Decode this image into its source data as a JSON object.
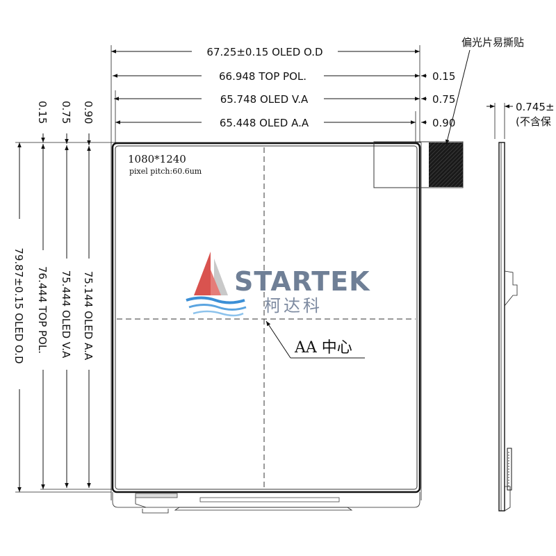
{
  "dimensions": {
    "od_width": "67.25±0.15 OLED O.D",
    "top_pol_width": "66.948 TOP POL.",
    "va_width": "65.748 OLED V.A",
    "aa_width": "65.448 OLED A.A",
    "od_height": "79.87±0.15 OLED O.D",
    "top_pol_height": "76.444 TOP POL.",
    "va_height": "75.444 OLED V.A",
    "aa_height": "75.144 OLED A.A",
    "right_offset_pol": "0.15",
    "right_offset_va": "0.75",
    "right_offset_aa": "0.90",
    "top_offset_pol": "0.15",
    "top_offset_va": "0.75",
    "top_offset_aa": "0.90",
    "thickness": "0.745±",
    "thickness_note": "(不含保"
  },
  "panel": {
    "resolution": "1080*1240",
    "pixel_pitch": "pixel pitch:60.6um",
    "center_label": "AA 中心"
  },
  "tab_label": "偏光片易撕贴",
  "logo": {
    "name": "STARTEK",
    "chinese": "柯达科",
    "colors": {
      "sail_red": "#d9534f",
      "sail_gray": "#c9c9c9",
      "wave_blue": "#3b8fd6",
      "text": "#6f7f96"
    }
  }
}
